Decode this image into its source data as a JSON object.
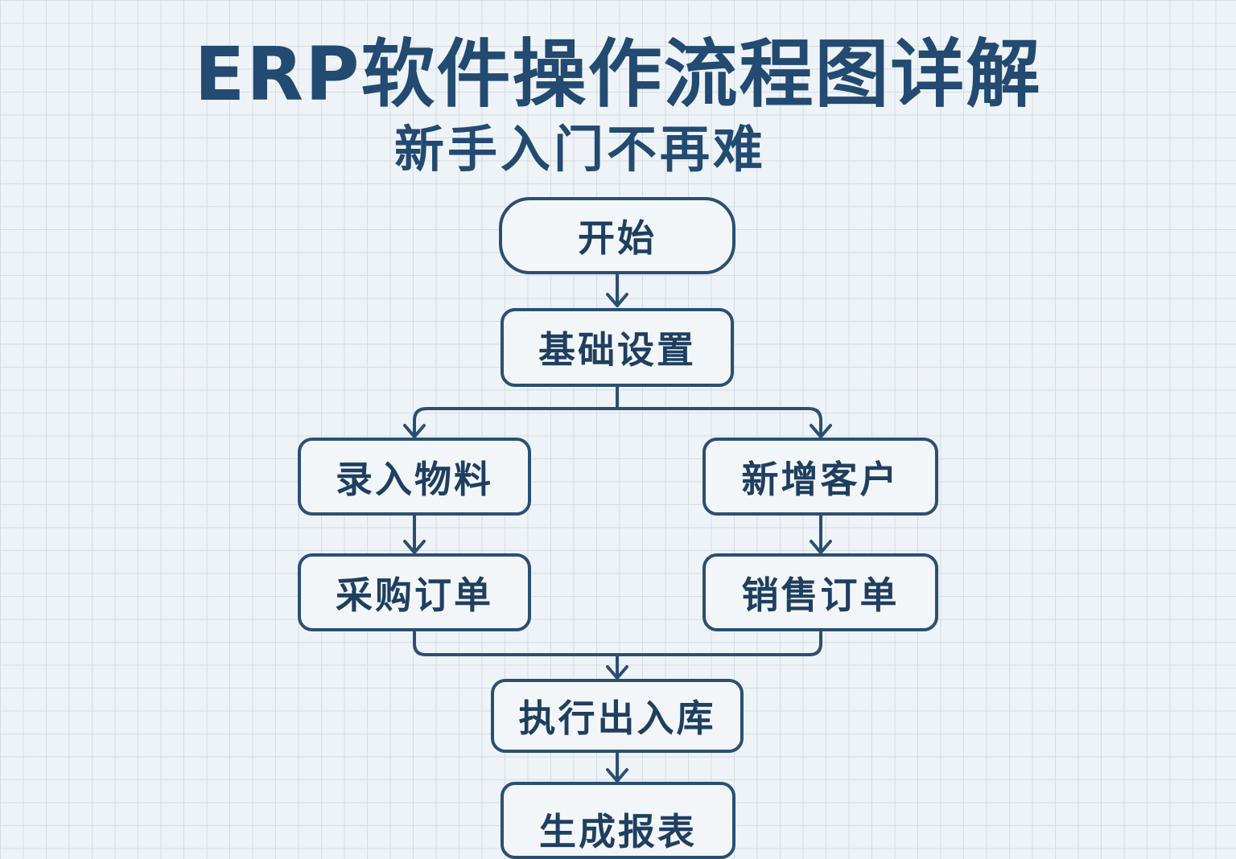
{
  "title": "ERP软件操作流程图详解",
  "subtitle": "新手入门不再难",
  "colors": {
    "line": "#2b4f72",
    "text": "#234a70",
    "node_fill": "#f3f6f9",
    "background": "#eef3f7",
    "grid": "#d3dde6"
  },
  "nodes": {
    "start": "开始",
    "basic_setup": "基础设置",
    "enter_materials": "录入物料",
    "add_customer": "新增客户",
    "purchase_order": "采购订单",
    "sales_order": "销售订单",
    "inventory_in_out": "执行出入库",
    "generate_report": "生成报表"
  },
  "edges": [
    {
      "from": "开始",
      "to": "基础设置"
    },
    {
      "from": "基础设置",
      "to": "录入物料"
    },
    {
      "from": "基础设置",
      "to": "新增客户"
    },
    {
      "from": "录入物料",
      "to": "采购订单"
    },
    {
      "from": "新增客户",
      "to": "销售订单"
    },
    {
      "from": "采购订单",
      "to": "执行出入库"
    },
    {
      "from": "销售订单",
      "to": "执行出入库"
    },
    {
      "from": "执行出入库",
      "to": "生成报表"
    }
  ]
}
